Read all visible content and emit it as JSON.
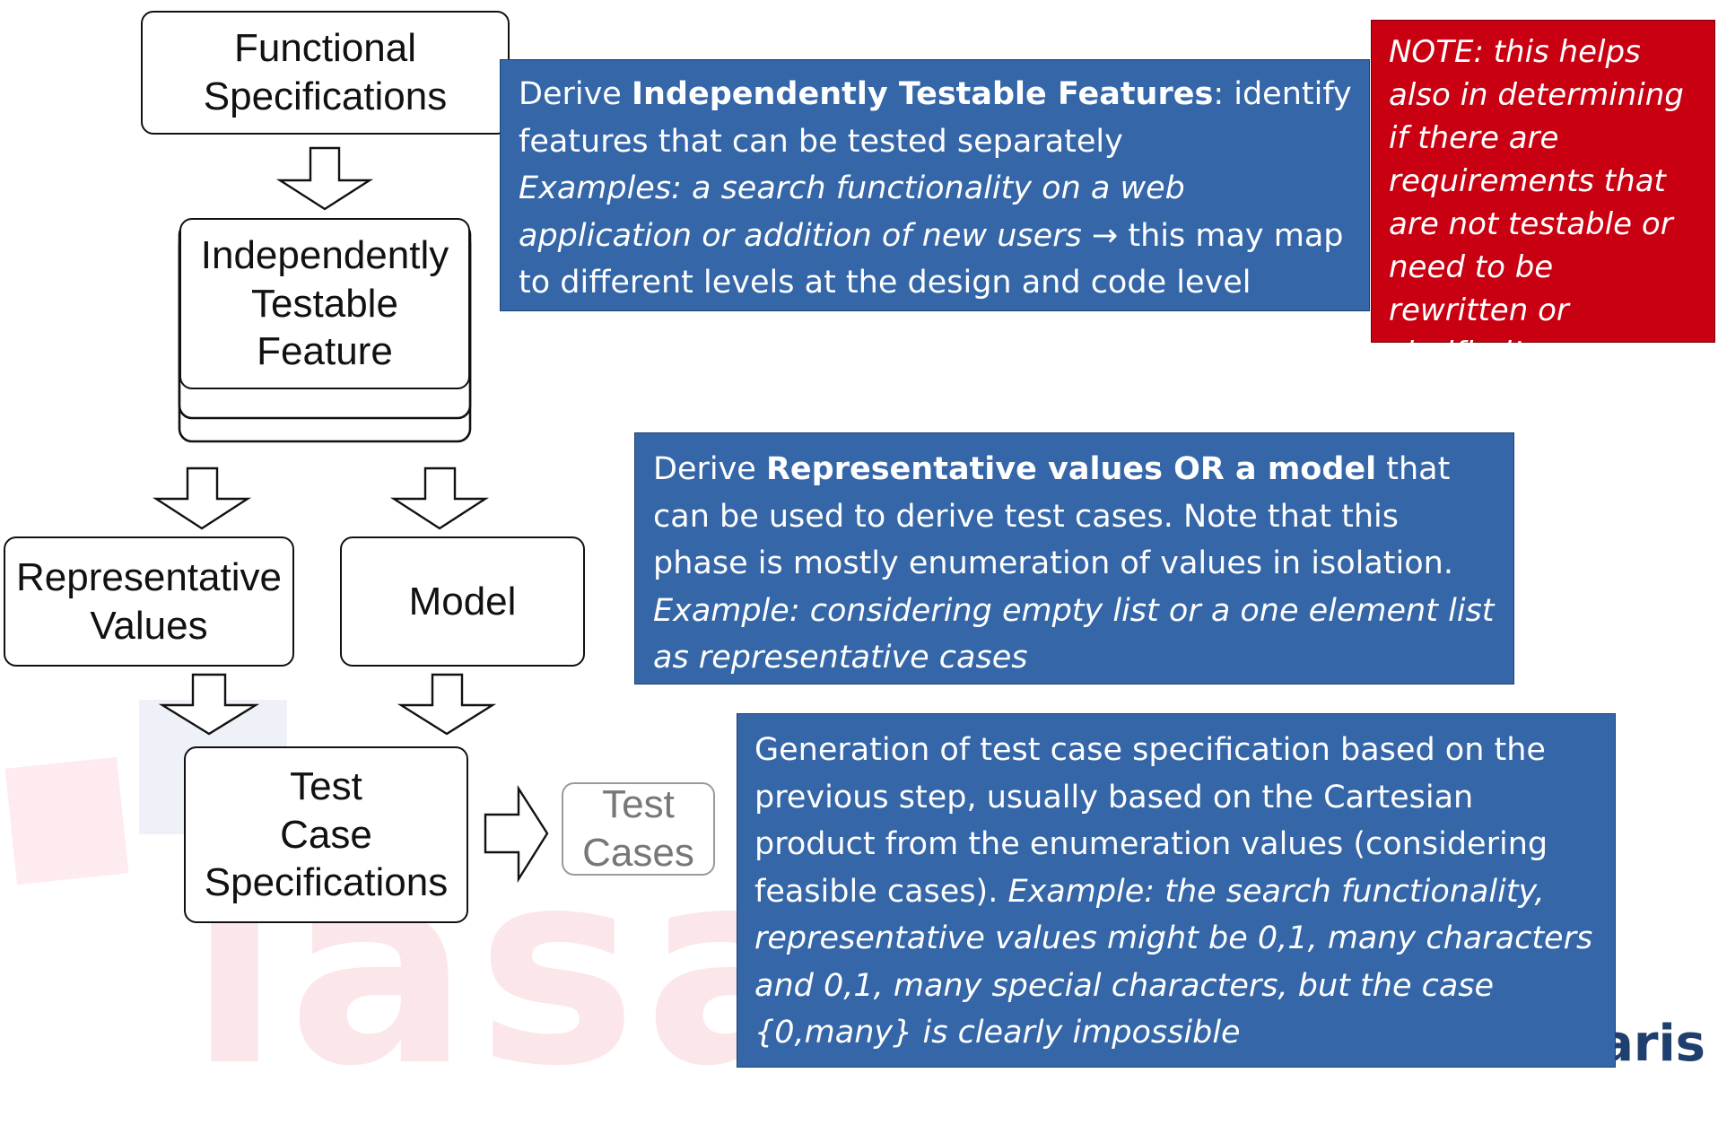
{
  "flow": {
    "functional_specifications": [
      "Functional",
      "Specifications"
    ],
    "independently_testable_feature": [
      "Independently",
      "Testable",
      "Feature"
    ],
    "representative_values": [
      "Representative",
      "Values"
    ],
    "model": "Model",
    "test_case_specifications": [
      "Test",
      "Case",
      "Specifications"
    ],
    "test_cases": [
      "Test",
      "Cases"
    ]
  },
  "notes": {
    "itf": {
      "t1": "Derive ",
      "b1": "Independently Testable Features",
      "t2": ": identify features that can be tested separately",
      "i1": "Examples: a search functionality on a web application or addition of new users",
      "t3": " → this may map to different levels at the design and code level"
    },
    "red": "NOTE: this helps also in determining if there are requirements that are not testable or need to be rewritten or clarified!",
    "rv": {
      "t1": "Derive ",
      "b1": "Representative values OR a model",
      "t2": " that can be used to derive test cases. Note that this phase is mostly enumeration of values in isolation. ",
      "i1": "Example: considering empty list or a one element list as representative cases"
    },
    "gen": {
      "t1": "Generation of test case specification based on the previous step, usually based on the Cartesian product from the enumeration values (considering feasible cases). ",
      "i1": "Example: the search functionality, representative values might be 0,1, many characters and 0,1, many special characters, but the case {0,many} is clearly impossible"
    }
  },
  "watermark": {
    "text": "iasar",
    "corner": "aris"
  },
  "colors": {
    "note_blue": "#3466a8",
    "note_red": "#c90012",
    "box_border": "#111111",
    "ghost_border": "#9a9a9a"
  }
}
